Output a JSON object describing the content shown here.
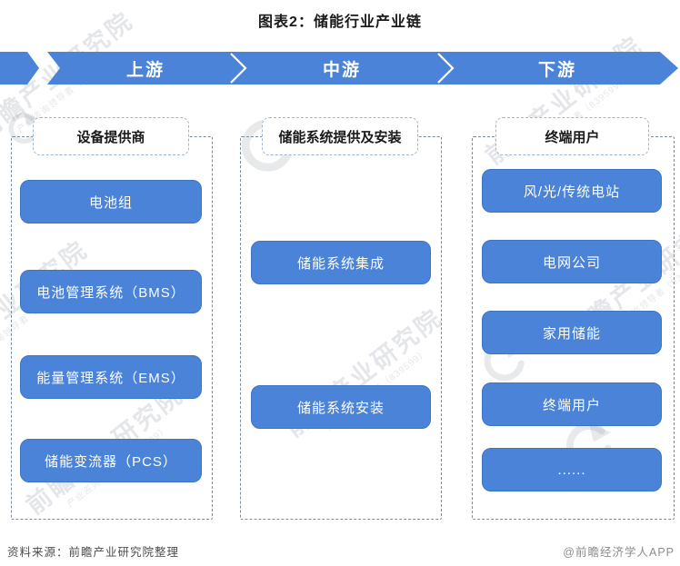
{
  "title": "图表2：储能行业产业链",
  "banner": {
    "segments": [
      "上游",
      "中游",
      "下游"
    ]
  },
  "columns": [
    {
      "header": "设备提供商",
      "boxes": [
        "电池组",
        "电池管理系统（BMS）",
        "能量管理系统（EMS）",
        "储能变流器（PCS）"
      ]
    },
    {
      "header": "储能系统提供及安装",
      "boxes": [
        "储能系统集成",
        "储能系统安装"
      ]
    },
    {
      "header": "终端用户",
      "boxes": [
        "风/光/传统电站",
        "电网公司",
        "家用储能",
        "终端用户",
        "......"
      ]
    }
  ],
  "footer": {
    "source": "资料来源：前瞻产业研究院整理",
    "credit": "@前瞻经济学人APP"
  },
  "watermark": {
    "text": "前瞻产业研究院",
    "subtext": "产业咨询领导者（839599）"
  },
  "colors": {
    "accent_blue": "#4a83d7",
    "box_border": "#3d74c6",
    "container_dash": "#7d8c9b",
    "header_dash": "#9cb3cb",
    "title_text": "#1a1a1a",
    "footer_source_text": "#4d4d4d",
    "footer_credit_text": "#8c8c8c",
    "watermark_gray": "#d7dadd"
  }
}
